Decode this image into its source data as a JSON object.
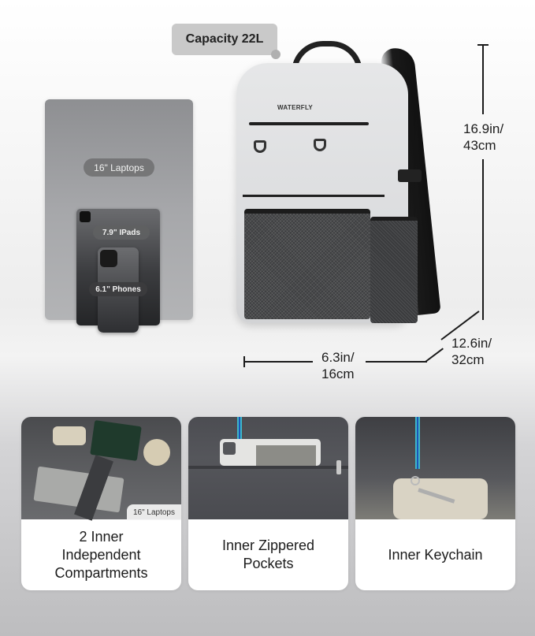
{
  "hero": {
    "capacity_label": "Capacity 22L",
    "devices": {
      "laptop_label": "16\" Laptops",
      "ipad_label": "7.9\" IPads",
      "phone_label": "6.1\" Phones"
    },
    "backpack": {
      "brand": "WATERFLY",
      "color": "#dcdddf"
    },
    "dimensions": {
      "height_line1": "16.9in/",
      "height_line2": "43cm",
      "depth_line1": "12.6in/",
      "depth_line2": "32cm",
      "width_line1": "6.3in/",
      "width_line2": "16cm"
    }
  },
  "features": [
    {
      "title_line1": "2 Inner",
      "title_line2": "Independent",
      "title_line3": "Compartments",
      "image_tag": "16\" Laptops"
    },
    {
      "title_line1": "Inner Zippered",
      "title_line2": "Pockets"
    },
    {
      "title_line1": "Inner Keychain"
    }
  ],
  "colors": {
    "strap_teal": "#3fb7c9",
    "strap_blue": "#1b55b8",
    "badge_bg": "#c9c9c9"
  }
}
